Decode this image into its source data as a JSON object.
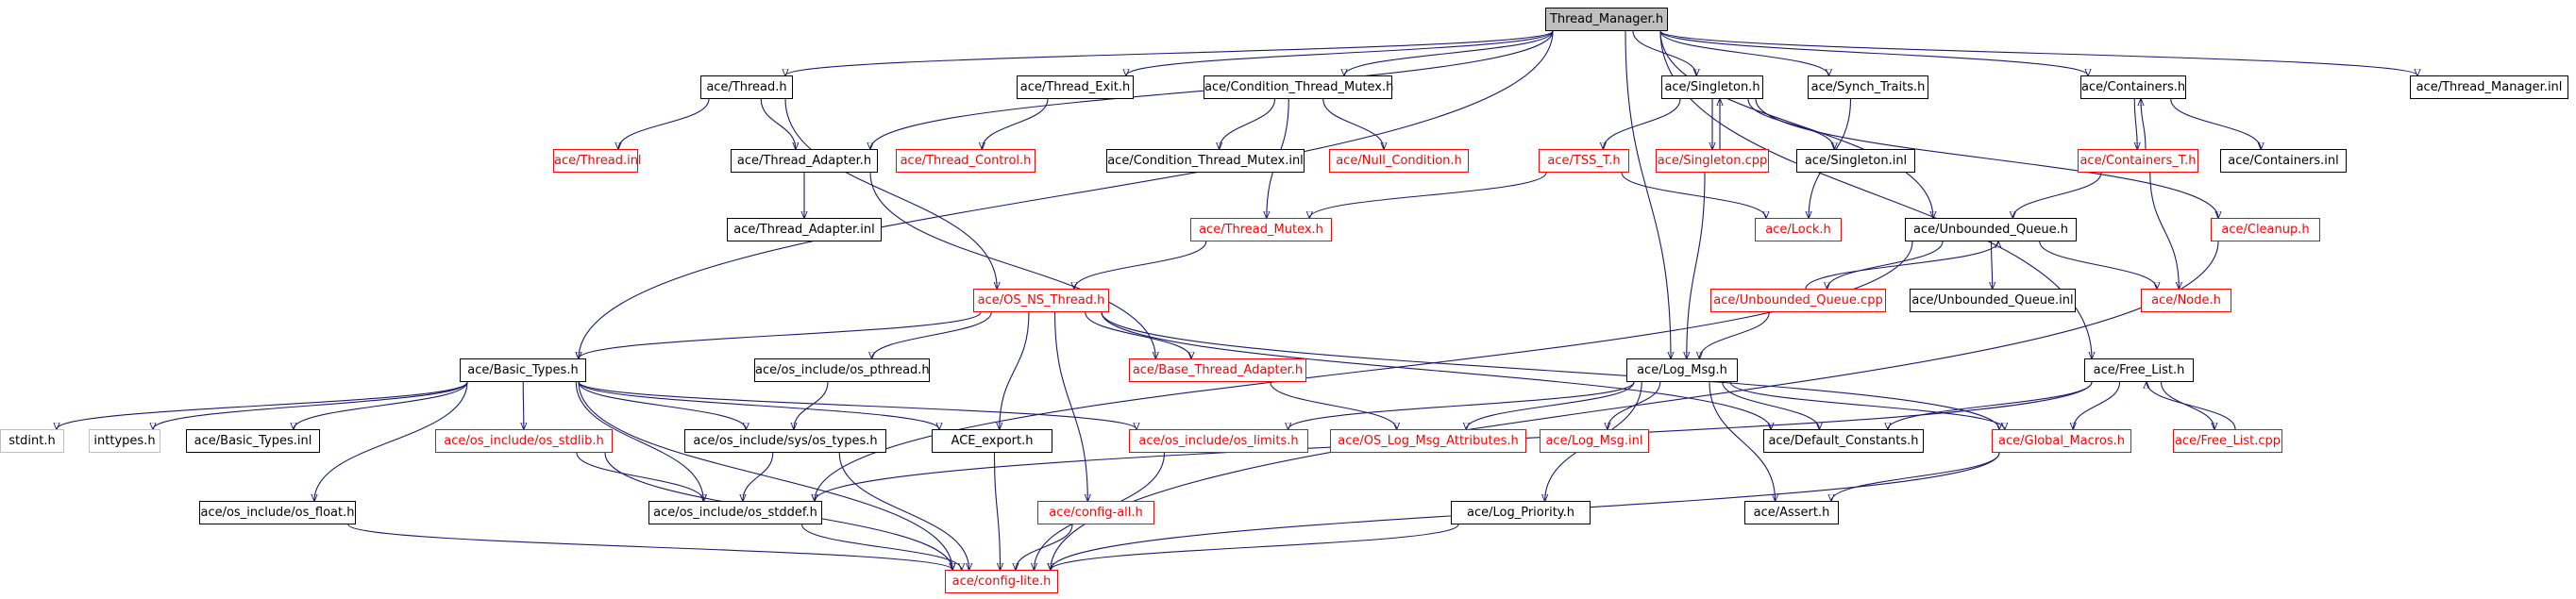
{
  "graph": {
    "type": "include-dependency-graph",
    "edge_color": "#191970",
    "node_colors": {
      "documented": "#000000",
      "undocumented": "#ff0000",
      "external": "#bfbfbf",
      "root_fill": "#bfbfbf"
    },
    "nodes": [
      {
        "id": "tm",
        "label": "Thread_Manager.h",
        "kind": "root"
      },
      {
        "id": "thread_h",
        "label": "ace/Thread.h",
        "kind": "black"
      },
      {
        "id": "thread_exit",
        "label": "ace/Thread_Exit.h",
        "kind": "black"
      },
      {
        "id": "ctm_h",
        "label": "ace/Condition_Thread_Mutex.h",
        "kind": "black"
      },
      {
        "id": "singleton_h",
        "label": "ace/Singleton.h",
        "kind": "black"
      },
      {
        "id": "synch_traits",
        "label": "ace/Synch_Traits.h",
        "kind": "black"
      },
      {
        "id": "containers_h",
        "label": "ace/Containers.h",
        "kind": "black"
      },
      {
        "id": "tm_inl",
        "label": "ace/Thread_Manager.inl",
        "kind": "black"
      },
      {
        "id": "thread_inl",
        "label": "ace/Thread.inl",
        "kind": "red"
      },
      {
        "id": "thread_adapter_h",
        "label": "ace/Thread_Adapter.h",
        "kind": "black"
      },
      {
        "id": "thread_control",
        "label": "ace/Thread_Control.h",
        "kind": "red"
      },
      {
        "id": "ctm_inl",
        "label": "ace/Condition_Thread_Mutex.inl",
        "kind": "black"
      },
      {
        "id": "null_condition",
        "label": "ace/Null_Condition.h",
        "kind": "red"
      },
      {
        "id": "tss_t",
        "label": "ace/TSS_T.h",
        "kind": "red"
      },
      {
        "id": "singleton_cpp",
        "label": "ace/Singleton.cpp",
        "kind": "red"
      },
      {
        "id": "singleton_inl",
        "label": "ace/Singleton.inl",
        "kind": "black"
      },
      {
        "id": "containers_t",
        "label": "ace/Containers_T.h",
        "kind": "red"
      },
      {
        "id": "containers_inl",
        "label": "ace/Containers.inl",
        "kind": "black"
      },
      {
        "id": "thread_adapter_inl",
        "label": "ace/Thread_Adapter.inl",
        "kind": "black"
      },
      {
        "id": "thread_mutex",
        "label": "ace/Thread_Mutex.h",
        "kind": "red"
      },
      {
        "id": "lock_h",
        "label": "ace/Lock.h",
        "kind": "red"
      },
      {
        "id": "unbounded_queue_h",
        "label": "ace/Unbounded_Queue.h",
        "kind": "black"
      },
      {
        "id": "cleanup_h",
        "label": "ace/Cleanup.h",
        "kind": "red"
      },
      {
        "id": "os_ns_thread",
        "label": "ace/OS_NS_Thread.h",
        "kind": "red"
      },
      {
        "id": "unbounded_queue_cpp",
        "label": "ace/Unbounded_Queue.cpp",
        "kind": "red"
      },
      {
        "id": "unbounded_queue_inl",
        "label": "ace/Unbounded_Queue.inl",
        "kind": "black"
      },
      {
        "id": "node_h",
        "label": "ace/Node.h",
        "kind": "red"
      },
      {
        "id": "basic_types_h",
        "label": "ace/Basic_Types.h",
        "kind": "black"
      },
      {
        "id": "os_pthread",
        "label": "ace/os_include/os_pthread.h",
        "kind": "black"
      },
      {
        "id": "base_thread_adapter",
        "label": "ace/Base_Thread_Adapter.h",
        "kind": "red"
      },
      {
        "id": "log_msg_h",
        "label": "ace/Log_Msg.h",
        "kind": "black"
      },
      {
        "id": "free_list_h",
        "label": "ace/Free_List.h",
        "kind": "black"
      },
      {
        "id": "stdint",
        "label": "stdint.h",
        "kind": "grey"
      },
      {
        "id": "inttypes",
        "label": "inttypes.h",
        "kind": "grey"
      },
      {
        "id": "basic_types_inl",
        "label": "ace/Basic_Types.inl",
        "kind": "black"
      },
      {
        "id": "os_stdlib",
        "label": "ace/os_include/os_stdlib.h",
        "kind": "red"
      },
      {
        "id": "os_sys_types",
        "label": "ace/os_include/sys/os_types.h",
        "kind": "black"
      },
      {
        "id": "ace_export",
        "label": "ACE_export.h",
        "kind": "black"
      },
      {
        "id": "os_limits",
        "label": "ace/os_include/os_limits.h",
        "kind": "red"
      },
      {
        "id": "os_log_msg_attr",
        "label": "ace/OS_Log_Msg_Attributes.h",
        "kind": "red"
      },
      {
        "id": "log_msg_inl",
        "label": "ace/Log_Msg.inl",
        "kind": "red"
      },
      {
        "id": "default_constants",
        "label": "ace/Default_Constants.h",
        "kind": "black"
      },
      {
        "id": "global_macros",
        "label": "ace/Global_Macros.h",
        "kind": "red"
      },
      {
        "id": "free_list_cpp",
        "label": "ace/Free_List.cpp",
        "kind": "red"
      },
      {
        "id": "os_float",
        "label": "ace/os_include/os_float.h",
        "kind": "black"
      },
      {
        "id": "os_stddef",
        "label": "ace/os_include/os_stddef.h",
        "kind": "black"
      },
      {
        "id": "config_all",
        "label": "ace/config-all.h",
        "kind": "red"
      },
      {
        "id": "log_priority",
        "label": "ace/Log_Priority.h",
        "kind": "black"
      },
      {
        "id": "assert_h",
        "label": "ace/Assert.h",
        "kind": "black"
      },
      {
        "id": "config_lite",
        "label": "ace/config-lite.h",
        "kind": "red"
      }
    ],
    "edges": [
      [
        "tm",
        "thread_h"
      ],
      [
        "tm",
        "thread_exit"
      ],
      [
        "tm",
        "ctm_h"
      ],
      [
        "tm",
        "singleton_h"
      ],
      [
        "tm",
        "synch_traits"
      ],
      [
        "tm",
        "containers_h"
      ],
      [
        "tm",
        "tm_inl"
      ],
      [
        "tm",
        "thread_adapter_h"
      ],
      [
        "tm",
        "basic_types_h"
      ],
      [
        "tm",
        "log_msg_h"
      ],
      [
        "tm",
        "unbounded_queue_h"
      ],
      [
        "tm",
        "free_list_h"
      ],
      [
        "thread_h",
        "thread_inl"
      ],
      [
        "thread_h",
        "thread_adapter_h"
      ],
      [
        "thread_h",
        "os_ns_thread"
      ],
      [
        "thread_exit",
        "thread_control"
      ],
      [
        "ctm_h",
        "ctm_inl"
      ],
      [
        "ctm_h",
        "null_condition"
      ],
      [
        "ctm_h",
        "thread_mutex"
      ],
      [
        "singleton_h",
        "tss_t"
      ],
      [
        "singleton_h",
        "singleton_cpp"
      ],
      [
        "singleton_h",
        "singleton_inl"
      ],
      [
        "singleton_h",
        "cleanup_h"
      ],
      [
        "singleton_cpp",
        "singleton_h"
      ],
      [
        "singleton_cpp",
        "log_msg_h"
      ],
      [
        "synch_traits",
        "lock_h"
      ],
      [
        "containers_h",
        "containers_t"
      ],
      [
        "containers_h",
        "containers_inl"
      ],
      [
        "containers_t",
        "containers_h"
      ],
      [
        "containers_t",
        "unbounded_queue_h"
      ],
      [
        "containers_t",
        "node_h"
      ],
      [
        "thread_adapter_h",
        "thread_adapter_inl"
      ],
      [
        "thread_adapter_h",
        "base_thread_adapter"
      ],
      [
        "tss_t",
        "lock_h"
      ],
      [
        "tss_t",
        "thread_mutex"
      ],
      [
        "thread_mutex",
        "os_ns_thread"
      ],
      [
        "unbounded_queue_h",
        "unbounded_queue_cpp"
      ],
      [
        "unbounded_queue_h",
        "unbounded_queue_inl"
      ],
      [
        "unbounded_queue_h",
        "node_h"
      ],
      [
        "unbounded_queue_h",
        "os_stddef"
      ],
      [
        "unbounded_queue_cpp",
        "unbounded_queue_h"
      ],
      [
        "unbounded_queue_cpp",
        "log_msg_h"
      ],
      [
        "cleanup_h",
        "config_lite"
      ],
      [
        "os_ns_thread",
        "basic_types_h"
      ],
      [
        "os_ns_thread",
        "os_pthread"
      ],
      [
        "os_ns_thread",
        "base_thread_adapter"
      ],
      [
        "os_ns_thread",
        "ace_export"
      ],
      [
        "os_ns_thread",
        "config_all"
      ],
      [
        "os_ns_thread",
        "default_constants"
      ],
      [
        "os_ns_thread",
        "global_macros"
      ],
      [
        "basic_types_h",
        "stdint"
      ],
      [
        "basic_types_h",
        "inttypes"
      ],
      [
        "basic_types_h",
        "basic_types_inl"
      ],
      [
        "basic_types_h",
        "os_stdlib"
      ],
      [
        "basic_types_h",
        "os_sys_types"
      ],
      [
        "basic_types_h",
        "ace_export"
      ],
      [
        "basic_types_h",
        "os_limits"
      ],
      [
        "basic_types_h",
        "os_float"
      ],
      [
        "basic_types_h",
        "os_stddef"
      ],
      [
        "basic_types_h",
        "config_lite"
      ],
      [
        "os_pthread",
        "os_sys_types"
      ],
      [
        "base_thread_adapter",
        "os_log_msg_attr"
      ],
      [
        "log_msg_h",
        "os_limits"
      ],
      [
        "log_msg_h",
        "os_log_msg_attr"
      ],
      [
        "log_msg_h",
        "log_msg_inl"
      ],
      [
        "log_msg_h",
        "default_constants"
      ],
      [
        "log_msg_h",
        "global_macros"
      ],
      [
        "log_msg_h",
        "log_priority"
      ],
      [
        "log_msg_h",
        "assert_h"
      ],
      [
        "free_list_h",
        "free_list_cpp"
      ],
      [
        "free_list_h",
        "default_constants"
      ],
      [
        "free_list_h",
        "global_macros"
      ],
      [
        "free_list_h",
        "os_stddef"
      ],
      [
        "free_list_cpp",
        "free_list_h"
      ],
      [
        "os_stdlib",
        "os_stddef"
      ],
      [
        "os_stdlib",
        "config_lite"
      ],
      [
        "os_sys_types",
        "os_stddef"
      ],
      [
        "os_sys_types",
        "config_lite"
      ],
      [
        "ace_export",
        "config_lite"
      ],
      [
        "os_limits",
        "config_lite"
      ],
      [
        "global_macros",
        "assert_h"
      ],
      [
        "global_macros",
        "config_lite"
      ],
      [
        "os_float",
        "config_lite"
      ],
      [
        "os_stddef",
        "config_lite"
      ],
      [
        "config_all",
        "config_lite"
      ],
      [
        "log_priority",
        "config_lite"
      ]
    ]
  }
}
